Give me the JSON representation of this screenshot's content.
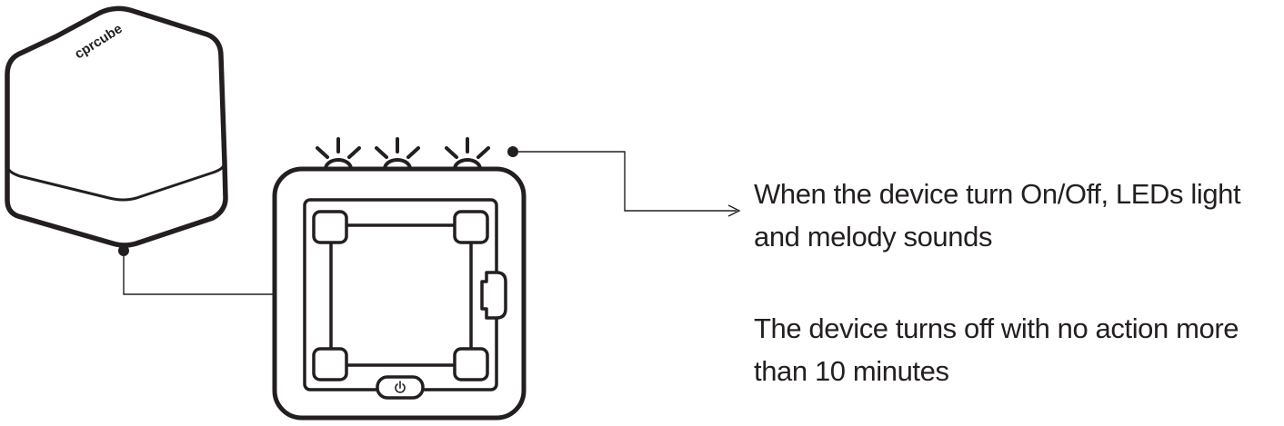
{
  "device": {
    "brand_text": "cprcube"
  },
  "captions": {
    "leds_melody": {
      "line1": "When the device turn On/Off, LEDs light",
      "line2": "and melody sounds"
    },
    "auto_off": {
      "line1": "The device turns off with no action more",
      "line2": "than 10 minutes"
    }
  },
  "icons": {
    "power": "power-icon",
    "led": "led-light-icon",
    "arrow": "arrow-right-icon"
  },
  "colors": {
    "stroke": "#231f20",
    "text": "#231f20",
    "background": "#ffffff"
  }
}
